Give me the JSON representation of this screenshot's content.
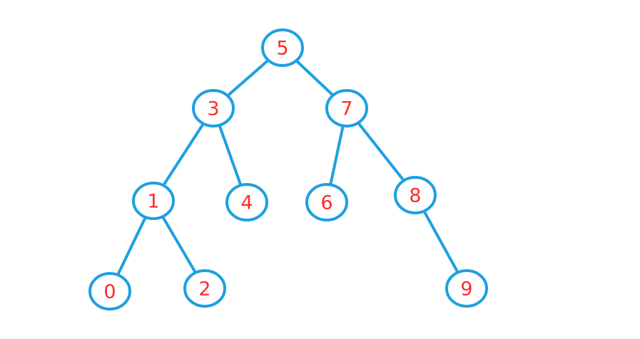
{
  "tree": {
    "nodes": [
      {
        "id": "5",
        "label": "5"
      },
      {
        "id": "3",
        "label": "3"
      },
      {
        "id": "7",
        "label": "7"
      },
      {
        "id": "1",
        "label": "1"
      },
      {
        "id": "4",
        "label": "4"
      },
      {
        "id": "6",
        "label": "6"
      },
      {
        "id": "8",
        "label": "8"
      },
      {
        "id": "0",
        "label": "0"
      },
      {
        "id": "2",
        "label": "2"
      },
      {
        "id": "9",
        "label": "9"
      }
    ],
    "edges": [
      {
        "from": "5",
        "to": "3"
      },
      {
        "from": "5",
        "to": "7"
      },
      {
        "from": "3",
        "to": "1"
      },
      {
        "from": "3",
        "to": "4"
      },
      {
        "from": "7",
        "to": "6"
      },
      {
        "from": "7",
        "to": "8"
      },
      {
        "from": "1",
        "to": "0"
      },
      {
        "from": "1",
        "to": "2"
      },
      {
        "from": "8",
        "to": "9"
      }
    ]
  },
  "colors": {
    "edge": "#1ea0e0",
    "label": "#ff2a2a",
    "background": "#ffffff"
  }
}
